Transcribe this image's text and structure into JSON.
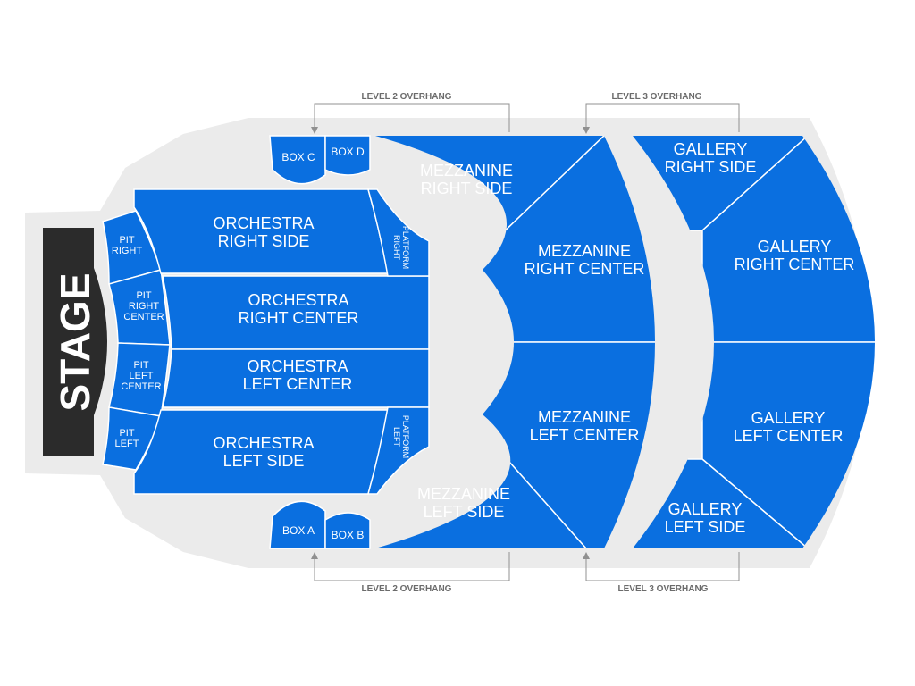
{
  "stage": {
    "label": "STAGE"
  },
  "sections": {
    "pit_right": [
      "PIT",
      "RIGHT"
    ],
    "pit_right_center": [
      "PIT",
      "RIGHT",
      "CENTER"
    ],
    "pit_left_center": [
      "PIT",
      "LEFT",
      "CENTER"
    ],
    "pit_left": [
      "PIT",
      "LEFT"
    ],
    "orchestra_right_side": [
      "ORCHESTRA",
      "RIGHT SIDE"
    ],
    "orchestra_right_center": [
      "ORCHESTRA",
      "RIGHT CENTER"
    ],
    "orchestra_left_center": [
      "ORCHESTRA",
      "LEFT CENTER"
    ],
    "orchestra_left_side": [
      "ORCHESTRA",
      "LEFT SIDE"
    ],
    "platform_right": [
      "PLATFORM",
      "RIGHT"
    ],
    "platform_left": [
      "PLATFORM",
      "LEFT"
    ],
    "box_a": [
      "BOX A"
    ],
    "box_b": [
      "BOX B"
    ],
    "box_c": [
      "BOX C"
    ],
    "box_d": [
      "BOX D"
    ],
    "mezzanine_right_side": [
      "MEZZANINE",
      "RIGHT SIDE"
    ],
    "mezzanine_right_center": [
      "MEZZANINE",
      "RIGHT CENTER"
    ],
    "mezzanine_left_center": [
      "MEZZANINE",
      "LEFT CENTER"
    ],
    "mezzanine_left_side": [
      "MEZZANINE",
      "LEFT SIDE"
    ],
    "gallery_right_side": [
      "GALLERY",
      "RIGHT SIDE"
    ],
    "gallery_right_center": [
      "GALLERY",
      "RIGHT CENTER"
    ],
    "gallery_left_center": [
      "GALLERY",
      "LEFT CENTER"
    ],
    "gallery_left_side": [
      "GALLERY",
      "LEFT SIDE"
    ]
  },
  "overhangs": {
    "level2_top": "LEVEL 2 OVERHANG",
    "level3_top": "LEVEL 3 OVERHANG",
    "level2_bottom": "LEVEL 2 OVERHANG",
    "level3_bottom": "LEVEL 3 OVERHANG"
  },
  "colors": {
    "section": "#0a6fe0",
    "background": "#ebebeb",
    "stage": "#2b2b2b",
    "overhang_line": "#909090",
    "overhang_text": "#6b6b6b"
  }
}
